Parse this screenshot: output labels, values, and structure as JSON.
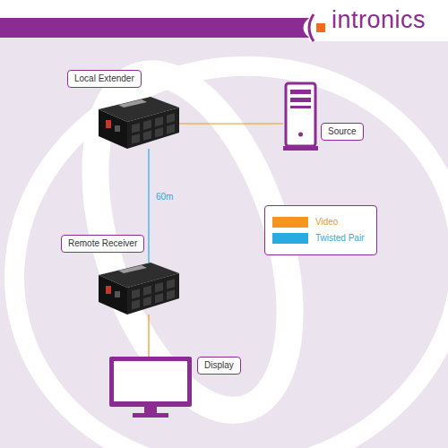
{
  "diagram": {
    "nodes": [
      {
        "text": [
          "Local Extender"
        ]
      },
      {
        "text": [
          "Source"
        ]
      },
      {
        "text": [
          "Remote Receiver"
        ]
      },
      {
        "text": [
          "Display"
        ]
      }
    ],
    "edges": [
      {
        "from": 0,
        "to": 1,
        "arrow": "none"
      },
      {
        "from": 0,
        "to": 2,
        "arrow": "none",
        "label": "60m"
      },
      {
        "from": 2,
        "to": 3,
        "arrow": "none"
      }
    ],
    "labels": [
      "intronics"
    ],
    "legend": [
      {
        "text": "Video",
        "color": "#f7941d"
      },
      {
        "text": "Twisted Pair",
        "color": "#29abe2"
      }
    ]
  }
}
